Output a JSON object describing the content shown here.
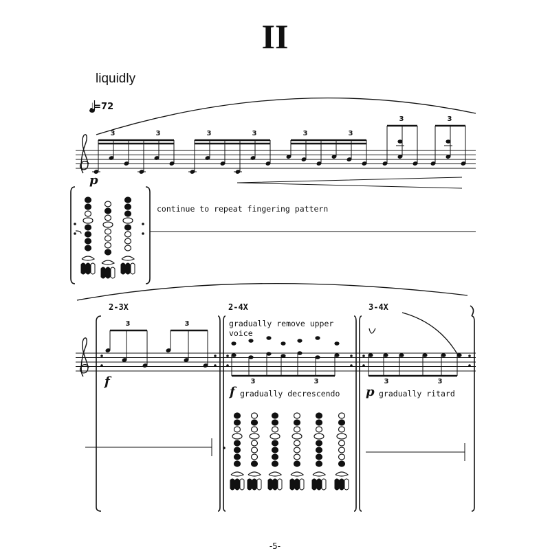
{
  "header": {
    "movement": "II",
    "tempo_word": "liquidly",
    "metronome": "♩=72"
  },
  "system1": {
    "dynamic": "p",
    "fingering_note": "continue to repeat fingering pattern",
    "tuplet": "3"
  },
  "system2": {
    "section1": {
      "repeat": "2-3X",
      "dynamic": "f"
    },
    "section2": {
      "repeat": "2-4X",
      "note": "gradually remove upper voice",
      "dynamic": "f",
      "expression": "gradually decrescendo"
    },
    "section3": {
      "repeat": "3-4X",
      "dynamic": "p",
      "expression": "gradually ritard"
    }
  },
  "footer": {
    "page_number": "-5-"
  }
}
